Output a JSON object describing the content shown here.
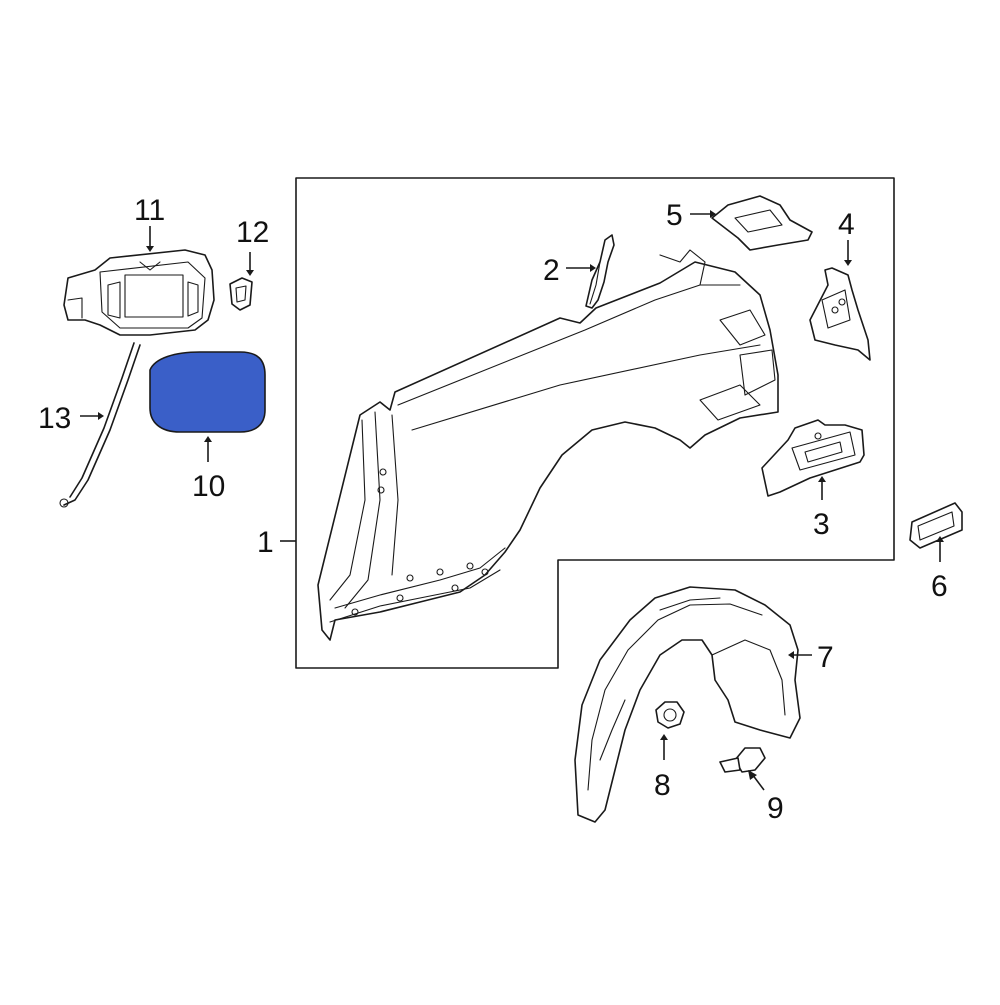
{
  "diagram": {
    "highlight_color": "#3a5fc8",
    "callouts": [
      {
        "id": "1",
        "label": "1"
      },
      {
        "id": "2",
        "label": "2"
      },
      {
        "id": "3",
        "label": "3"
      },
      {
        "id": "4",
        "label": "4"
      },
      {
        "id": "5",
        "label": "5"
      },
      {
        "id": "6",
        "label": "6"
      },
      {
        "id": "7",
        "label": "7"
      },
      {
        "id": "8",
        "label": "8"
      },
      {
        "id": "9",
        "label": "9"
      },
      {
        "id": "10",
        "label": "10"
      },
      {
        "id": "11",
        "label": "11"
      },
      {
        "id": "12",
        "label": "12"
      },
      {
        "id": "13",
        "label": "13"
      }
    ]
  }
}
